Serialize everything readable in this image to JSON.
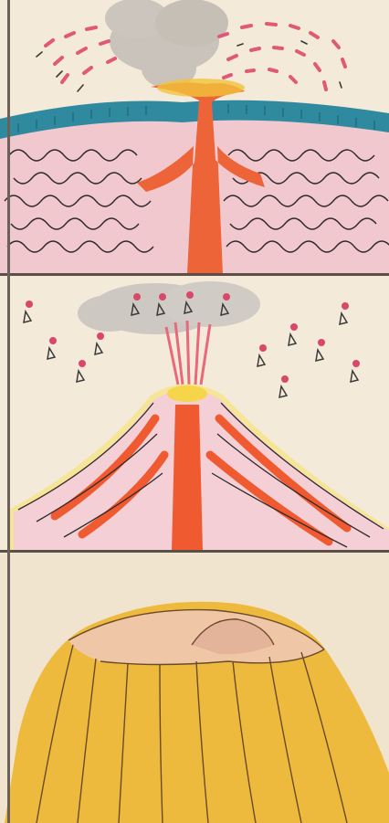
{
  "illustration": {
    "panels": [
      {
        "id": "panel-eruption",
        "colors": {
          "sky": "#f3ead9",
          "ash": "#c9c3bb",
          "lava": "#ec6438",
          "rock": "#f2c8cf",
          "water": "#2f8aa0",
          "ejecta": "#e05a78"
        }
      },
      {
        "id": "panel-cone",
        "colors": {
          "sky": "#f3ead9",
          "ash": "#cdc8c2",
          "lava": "#ef5a30",
          "glow": "#f6e27a",
          "rock": "#f4cfd5",
          "bombs": "#d9486a"
        }
      },
      {
        "id": "panel-caldera",
        "colors": {
          "sky": "#f0e4ce",
          "cone": "#edba3e",
          "rim": "#efc7a6",
          "lines": "#6b4a2a"
        }
      }
    ]
  }
}
